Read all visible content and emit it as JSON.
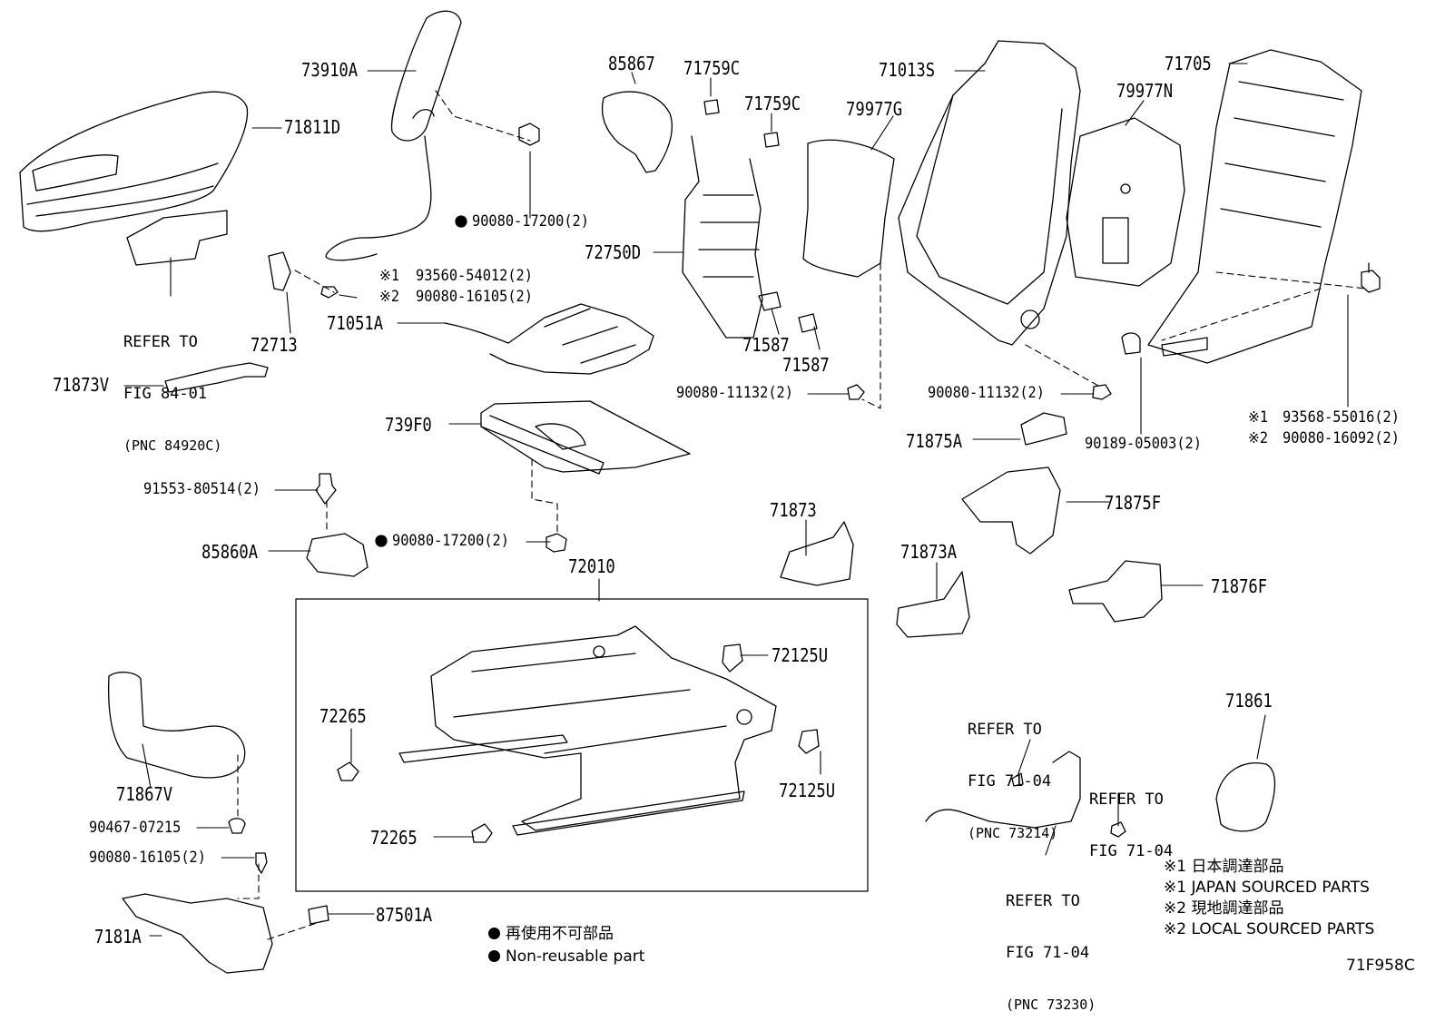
{
  "diagram_code": "71F958C",
  "parts": {
    "p73910A": "73910A",
    "p71811D": "71811D",
    "p85867": "85867",
    "p71759C_a": "71759C",
    "p71759C_b": "71759C",
    "p71013S": "71013S",
    "p79977G": "79977G",
    "p79977N": "79977N",
    "p71705": "71705",
    "p90080_17200_a": "90080-17200(2)",
    "p72750D": "72750D",
    "p93560": "93560-54012(2)",
    "p90080_16105_a": "90080-16105(2)",
    "p71051A": "71051A",
    "p72713": "72713",
    "p71587_a": "71587",
    "p71587_b": "71587",
    "p71873V": "71873V",
    "p90080_11132_a": "90080-11132(2)",
    "p90080_11132_b": "90080-11132(2)",
    "p93568": "93568-55016(2)",
    "p90080_16092": "90080-16092(2)",
    "p739F0": "739F0",
    "p71875A": "71875A",
    "p90189": "90189-05003(2)",
    "p91553": "91553-80514(2)",
    "p71875F": "71875F",
    "p85860A": "85860A",
    "p90080_17200_b": "90080-17200(2)",
    "p71873": "71873",
    "p72010": "72010",
    "p71873A": "71873A",
    "p71876F": "71876F",
    "p72125U_a": "72125U",
    "p72265_a": "72265",
    "p72125U_b": "72125U",
    "p72265_b": "72265",
    "p71867V": "71867V",
    "p90467": "90467-07215",
    "p90080_16105_b": "90080-16105(2)",
    "p7181A": "7181A",
    "p87501A": "87501A",
    "p71861": "71861"
  },
  "marks": {
    "m1": "※1",
    "m2": "※2"
  },
  "refs": {
    "r84_01": {
      "l1": "REFER TO",
      "l2": "FIG 84-01",
      "l3": "(PNC 84920C)"
    },
    "r73214": {
      "l1": "REFER TO",
      "l2": "FIG 71-04",
      "l3": "(PNC 73214)"
    },
    "r71_04": {
      "l1": "REFER TO",
      "l2": "FIG 71-04"
    },
    "r73230": {
      "l1": "REFER TO",
      "l2": "FIG 71-04",
      "l3": "(PNC 73230)"
    }
  },
  "legend": {
    "non_reusable_jp": "再使用不可部品",
    "non_reusable_en": "Non-reusable part",
    "jp1": "※1 日本調達部品",
    "en1": "※1 JAPAN SOURCED PARTS",
    "jp2": "※2 現地調達部品",
    "en2": "※2 LOCAL SOURCED PARTS"
  }
}
